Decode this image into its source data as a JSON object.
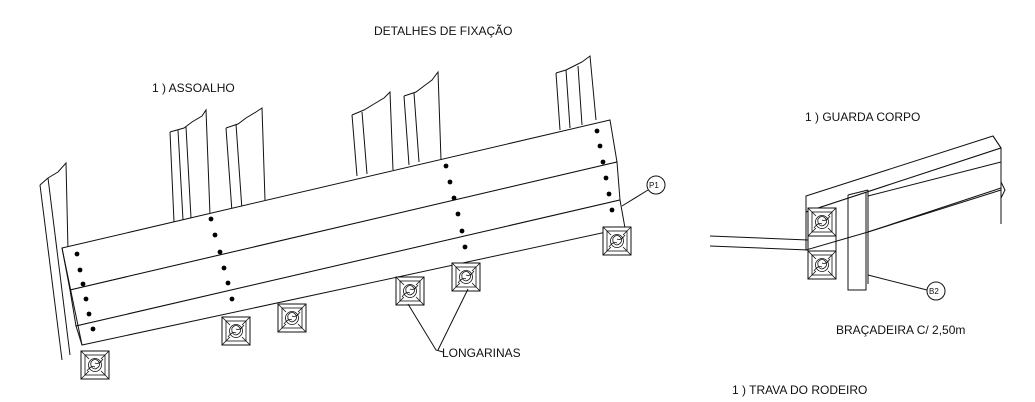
{
  "title": "DETALHES DE FIXAÇÃO",
  "sections": {
    "floor": "1 )  ASSOALHO",
    "guardrail": "1 )  GUARDA CORPO",
    "wheel_lock": "1 )  TRAVA DO RODEIRO"
  },
  "callouts": {
    "p1": "P1",
    "b2": "B2"
  },
  "annotations": {
    "stringers": "LONGARINAS",
    "clamp": "BRAÇADEIRA C/ 2,50m"
  }
}
